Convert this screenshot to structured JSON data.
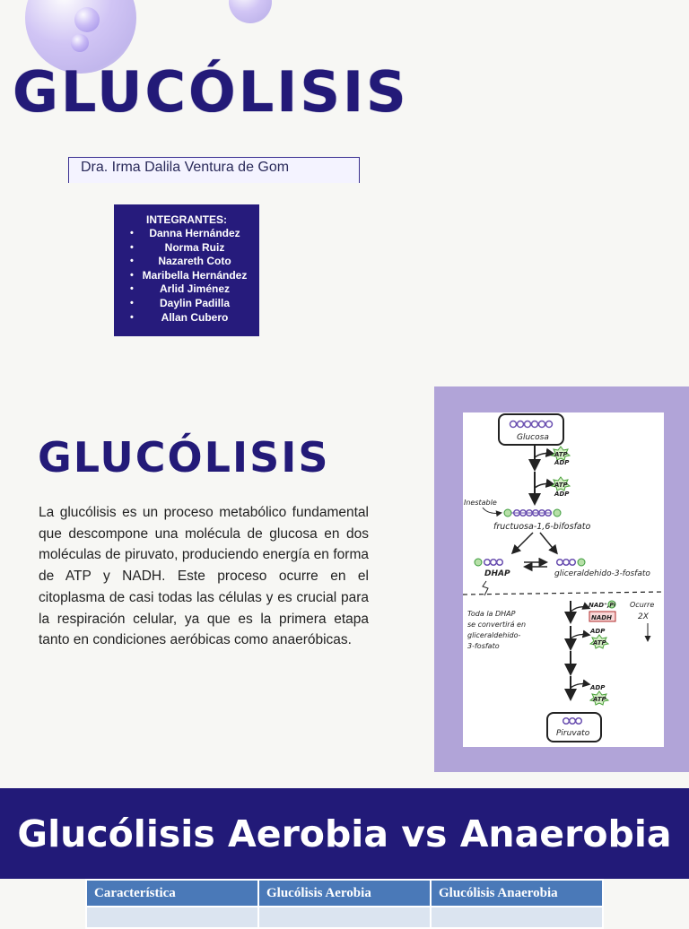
{
  "cover": {
    "title": "GLUCÓLISIS",
    "author": "Dra. Irma Dalila Ventura de Gom",
    "members_heading": "INTEGRANTES:",
    "members": [
      "Danna Hernández",
      "Norma Ruiz",
      "Nazareth Coto",
      "Maribella Hernández",
      "Arlid Jiménez",
      "Daylin Padilla",
      "Allan Cubero"
    ]
  },
  "section": {
    "title": "GLUCÓLISIS",
    "paragraph": "La glucólisis es un proceso metabólico fundamental que descompone una molécula de glucosa en dos moléculas de piruvato, produciendo energía en forma de ATP y NADH. Este proceso ocurre en el citoplasma de casi todas las células y es crucial para la respiración celular, ya que es la primera etapa tanto en condiciones aeróbicas como anaeróbicas."
  },
  "diagram": {
    "glucose": "Glucosa",
    "atp": "ATP",
    "adp": "ADP",
    "unstable": "Inestable",
    "fructose": "fructuosa-1,6-bifosfato",
    "dhap": "DHAP",
    "g3p": "gliceraldehido-3-fosfato",
    "note_line1": "Toda la DHAP",
    "note_line2": "se convertirá en",
    "note_line3": "gliceraldehido-",
    "note_line4": "3-fosfato",
    "nad": "NAD⁺,",
    "pi": "Pi",
    "nadh": "NADH",
    "occurs": "Ocurre",
    "twice": "2X",
    "pyruvate": "Piruvato",
    "phosphate": "P"
  },
  "comparison": {
    "title": "Glucólisis Aerobia vs Anaerobia",
    "headers": [
      "Característica",
      "Glucólisis Aerobia",
      "Glucólisis Anaerobia"
    ]
  }
}
